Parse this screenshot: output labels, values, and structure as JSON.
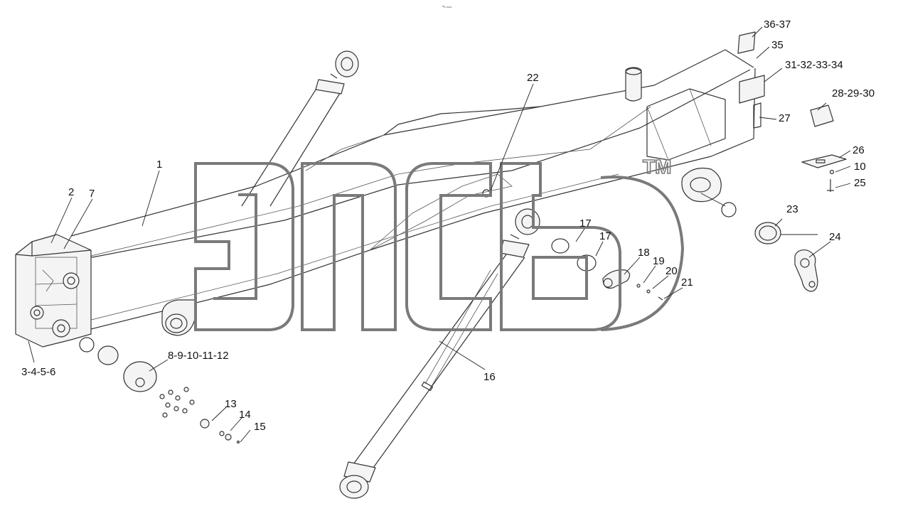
{
  "header": {
    "top_mark": "ᵐₙ ₘₙₙ"
  },
  "watermark": {
    "text": "эпсб",
    "tm": "TM"
  },
  "callouts": [
    {
      "id": "c1",
      "text": "1"
    },
    {
      "id": "c2",
      "text": "2"
    },
    {
      "id": "c7",
      "text": "7"
    },
    {
      "id": "c3",
      "text": "3-4-5-6"
    },
    {
      "id": "c8",
      "text": "8-9-10-11-12"
    },
    {
      "id": "c13",
      "text": "13"
    },
    {
      "id": "c14",
      "text": "14"
    },
    {
      "id": "c15",
      "text": "15"
    },
    {
      "id": "c16",
      "text": "16"
    },
    {
      "id": "c17a",
      "text": "17"
    },
    {
      "id": "c17b",
      "text": "17"
    },
    {
      "id": "c18",
      "text": "18"
    },
    {
      "id": "c19",
      "text": "19"
    },
    {
      "id": "c20",
      "text": "20"
    },
    {
      "id": "c21",
      "text": "21"
    },
    {
      "id": "c22",
      "text": "22"
    },
    {
      "id": "c23",
      "text": "23"
    },
    {
      "id": "c24",
      "text": "24"
    },
    {
      "id": "c25",
      "text": "25"
    },
    {
      "id": "c10",
      "text": "10"
    },
    {
      "id": "c26",
      "text": "26"
    },
    {
      "id": "c27",
      "text": "27"
    },
    {
      "id": "c28",
      "text": "28-29-30"
    },
    {
      "id": "c31",
      "text": "31-32-33-34"
    },
    {
      "id": "c35",
      "text": "35"
    },
    {
      "id": "c36",
      "text": "36-37"
    }
  ]
}
